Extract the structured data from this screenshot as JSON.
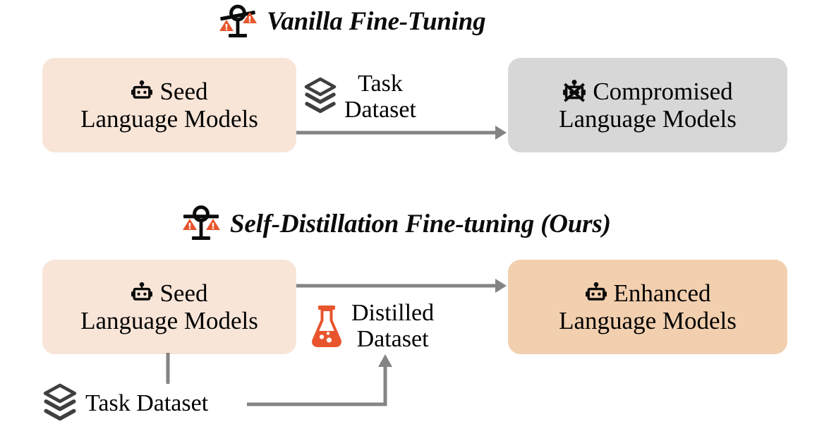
{
  "figure": {
    "background": "#FFFFFF",
    "palette": {
      "peach_light": "#F8E5D8",
      "peach_deep": "#F2CFAE",
      "gray_box": "#D7D7D7",
      "orange": "#E8552D",
      "arrow_gray": "#848484",
      "icon_dark": "#3F3F3F",
      "text_black": "#0B0B0B"
    }
  },
  "sections": [
    {
      "id": "vanilla",
      "title": "Vanilla Fine-Tuning",
      "title_icon": "unbalanced-scale-icon"
    },
    {
      "id": "sdft",
      "title": "Self-Distillation Fine-tuning (Ours)",
      "title_icon": "balanced-scale-icon"
    }
  ],
  "row_vanilla": {
    "source_box": {
      "icon": "robot-icon",
      "line1": "Seed",
      "line2": "Language Models",
      "fill": "#F8E5D8"
    },
    "mid_label": {
      "icon": "layers-stack-icon",
      "line1": "Task",
      "line2": "Dataset"
    },
    "target_box": {
      "icon": "robot-crossed-out-icon",
      "line1": "Compromised",
      "line2": "Language Models",
      "fill": "#D7D7D7"
    },
    "arrow": "source-to-target-arrow"
  },
  "row_sdft": {
    "source_box": {
      "icon": "robot-icon",
      "line1": "Seed",
      "line2": "Language Models",
      "fill": "#F8E5D8"
    },
    "mid_label": {
      "icon": "flask-icon",
      "line1": "Distilled",
      "line2": "Dataset"
    },
    "target_box": {
      "icon": "robot-icon",
      "line1": "Enhanced",
      "line2": "Language Models",
      "fill": "#F2CFAE"
    },
    "bottom_label": {
      "icon": "layers-stack-icon",
      "text": "Task Dataset"
    },
    "arrows": [
      "seed-to-enhanced-arrow",
      "seed-down-connector",
      "task-dataset-elbow-up-arrow"
    ]
  }
}
